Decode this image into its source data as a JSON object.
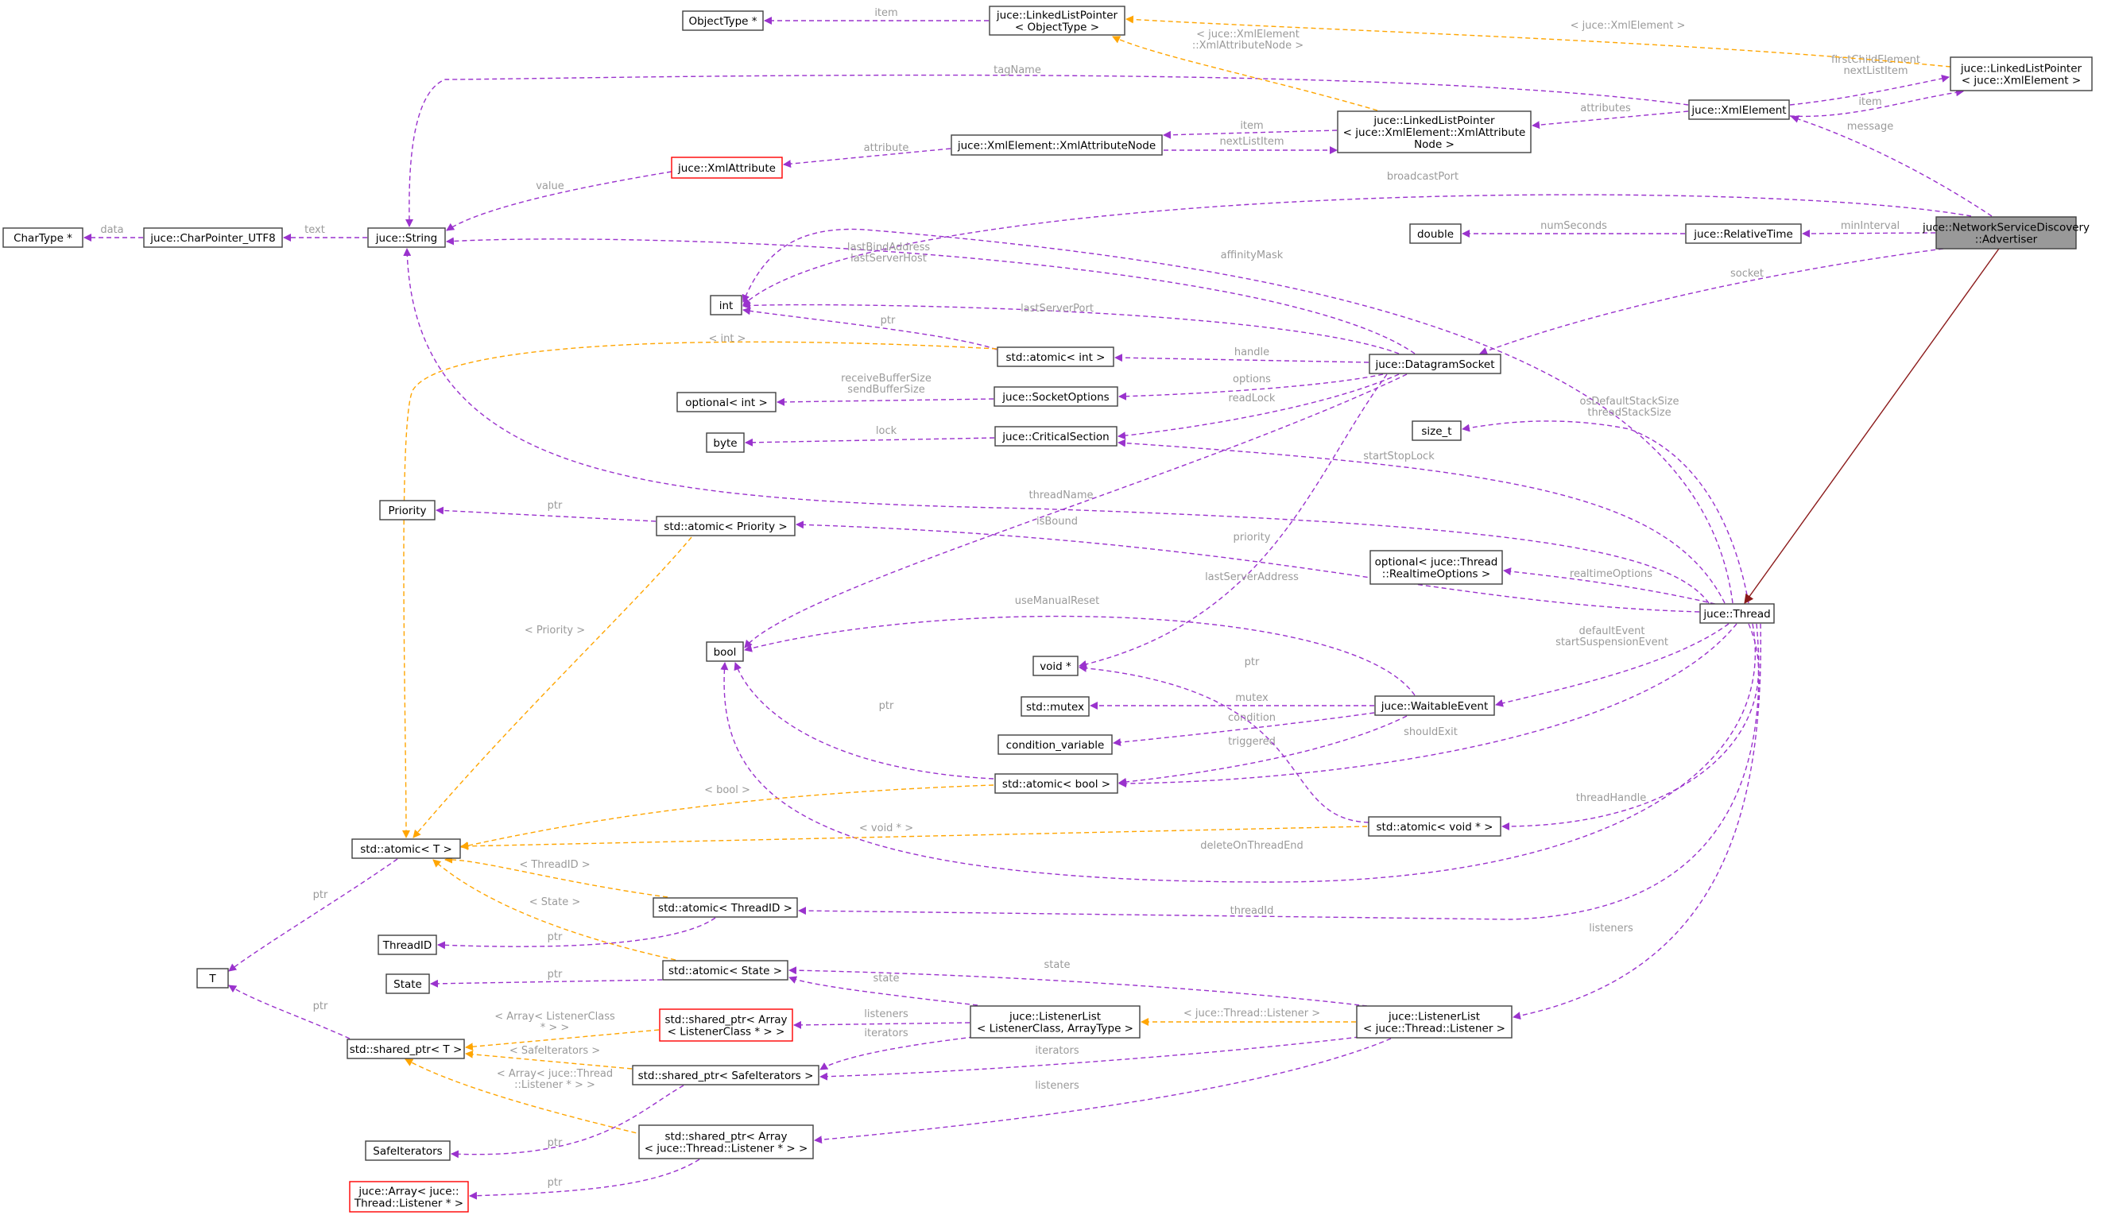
{
  "nodes": {
    "advertiser": [
      "juce::NetworkServiceDiscovery",
      "::Advertiser"
    ],
    "thread": [
      "juce::Thread"
    ],
    "xmlelement": [
      "juce::XmlElement"
    ],
    "relativetime": [
      "juce::RelativeTime"
    ],
    "double": [
      "double"
    ],
    "llp_xmlelement": [
      "juce::LinkedListPointer",
      "< juce::XmlElement >"
    ],
    "llp_objecttype": [
      "juce::LinkedListPointer",
      "< ObjectType >"
    ],
    "objecttype": [
      "ObjectType *"
    ],
    "llp_xmlattrnode": [
      "juce::LinkedListPointer",
      "< juce::XmlElement::XmlAttribute",
      "Node >"
    ],
    "xmlattrnode": [
      "juce::XmlElement::XmlAttributeNode"
    ],
    "xmlattribute": [
      "juce::XmlAttribute"
    ],
    "string": [
      "juce::String"
    ],
    "charpointer": [
      "juce::CharPointer_UTF8"
    ],
    "chartype": [
      "CharType *"
    ],
    "int": [
      "int"
    ],
    "datagramsocket": [
      "juce::DatagramSocket"
    ],
    "atomic_int": [
      "std::atomic< int >"
    ],
    "socketoptions": [
      "juce::SocketOptions"
    ],
    "optional_int": [
      "optional< int >"
    ],
    "criticalsection": [
      "juce::CriticalSection"
    ],
    "byte": [
      "byte"
    ],
    "size_t": [
      "size_t"
    ],
    "priority": [
      "Priority"
    ],
    "atomic_priority": [
      "std::atomic< Priority >"
    ],
    "optional_rt": [
      "optional< juce::Thread",
      "::RealtimeOptions >"
    ],
    "bool": [
      "bool"
    ],
    "voidptr": [
      "void *"
    ],
    "mutex": [
      "std::mutex"
    ],
    "waitableevent": [
      "juce::WaitableEvent"
    ],
    "condvar": [
      "condition_variable"
    ],
    "atomic_bool": [
      "std::atomic< bool >"
    ],
    "atomic_void": [
      "std::atomic< void * >"
    ],
    "atomic_t": [
      "std::atomic< T >"
    ],
    "atomic_threadid": [
      "std::atomic< ThreadID >"
    ],
    "threadid": [
      "ThreadID"
    ],
    "state": [
      "State"
    ],
    "atomic_state": [
      "std::atomic< State >"
    ],
    "t": [
      "T"
    ],
    "sp_arr_listenerclass": [
      "std::shared_ptr< Array",
      "< ListenerClass * > >"
    ],
    "listenerlist_generic": [
      "juce::ListenerList",
      "< ListenerClass, ArrayType >"
    ],
    "listenerlist_thread": [
      "juce::ListenerList",
      "< juce::Thread::Listener >"
    ],
    "sp_t": [
      "std::shared_ptr< T >"
    ],
    "sp_safeiter": [
      "std::shared_ptr< SafeIterators >"
    ],
    "safeiterators": [
      "SafeIterators"
    ],
    "sp_arr_threadlistener": [
      "std::shared_ptr< Array",
      "< juce::Thread::Listener * > >"
    ],
    "arr_threadlistener": [
      "juce::Array< juce::",
      "Thread::Listener * >"
    ]
  },
  "edge_labels": {
    "message": [
      "message"
    ],
    "minInterval": [
      "minInterval"
    ],
    "socket": [
      "socket"
    ],
    "broadcastPort": [
      "broadcastPort"
    ],
    "numSeconds": [
      "numSeconds"
    ],
    "xml_attributes": [
      "attributes"
    ],
    "xml_tagname": [
      "tagName"
    ],
    "firstchild": [
      "firstChildElement",
      "nextListItem"
    ],
    "llp_xe_item": [
      "item"
    ],
    "llp_ot_item": [
      "item"
    ],
    "tpl_xmlelement": [
      "< juce::XmlElement >"
    ],
    "tpl_xmlattrnode": [
      "< juce::XmlElement",
      "::XmlAttributeNode >"
    ],
    "llp_xan_item": [
      "item"
    ],
    "nextListItem": [
      "nextListItem"
    ],
    "attribute": [
      "attribute"
    ],
    "value": [
      "value"
    ],
    "text": [
      "text"
    ],
    "data": [
      "data"
    ],
    "lastbind": [
      "lastBindAddress",
      "lastServerHost"
    ],
    "lastServerPort": [
      "lastServerPort"
    ],
    "handle": [
      "handle"
    ],
    "options": [
      "options"
    ],
    "readLock": [
      "readLock"
    ],
    "isBound": [
      "isBound"
    ],
    "lastServerAddress": [
      "lastServerAddress"
    ],
    "atomic_int_ptr": [
      "ptr"
    ],
    "tpl_int": [
      "< int >"
    ],
    "buffersize": [
      "receiveBufferSize",
      "sendBufferSize"
    ],
    "lock": [
      "lock"
    ],
    "affinityMask": [
      "affinityMask"
    ],
    "stacksize": [
      "osDefaultStackSize",
      "threadStackSize"
    ],
    "startStopLock": [
      "startStopLock"
    ],
    "threadName": [
      "threadName"
    ],
    "priority": [
      "priority"
    ],
    "realtimeOptions": [
      "realtimeOptions"
    ],
    "defaultevent": [
      "defaultEvent",
      "startSuspensionEvent"
    ],
    "shouldExit": [
      "shouldExit"
    ],
    "threadHandle": [
      "threadHandle"
    ],
    "deleteOnThreadEnd": [
      "deleteOnThreadEnd"
    ],
    "threadId": [
      "threadId"
    ],
    "listeners_thread": [
      "listeners"
    ],
    "atomic_priority_ptr": [
      "ptr"
    ],
    "tpl_priority": [
      "< Priority >"
    ],
    "useManualReset": [
      "useManualReset"
    ],
    "mutex": [
      "mutex"
    ],
    "condition": [
      "condition"
    ],
    "triggered": [
      "triggered"
    ],
    "atomic_bool_ptr": [
      "ptr"
    ],
    "tpl_bool": [
      "< bool >"
    ],
    "atomic_void_ptr": [
      "ptr"
    ],
    "tpl_void": [
      "< void * >"
    ],
    "atomic_t_ptr": [
      "ptr"
    ],
    "tpl_threadid": [
      "< ThreadID >"
    ],
    "atomic_threadid_ptr": [
      "ptr"
    ],
    "tpl_state": [
      "< State >"
    ],
    "atomic_state_ptr": [
      "ptr"
    ],
    "state_thread": [
      "state"
    ],
    "state_generic": [
      "state"
    ],
    "listeners_generic": [
      "listeners"
    ],
    "iterators_generic": [
      "iterators"
    ],
    "iterators_thread": [
      "iterators"
    ],
    "listeners_ll": [
      "listeners"
    ],
    "tpl_threadlistener": [
      "< juce::Thread::Listener >"
    ],
    "sp_t_ptr": [
      "ptr"
    ],
    "tpl_arr_listenerclass": [
      "< Array< ListenerClass",
      "* > >"
    ],
    "tpl_safeiter": [
      "< SafeIterators >"
    ],
    "tpl_arr_threadlistener": [
      "< Array< juce::Thread",
      "::Listener * > >"
    ],
    "safeiter_ptr": [
      "ptr"
    ],
    "arr_ptr": [
      "ptr"
    ]
  },
  "colors": {
    "usage": "#9a32cd",
    "template": "#ffa500",
    "inheritance": "#8b1a1a",
    "focus_fill": "#999999",
    "missing_border": "#ff0000",
    "label_text": "#9a9a9a"
  }
}
